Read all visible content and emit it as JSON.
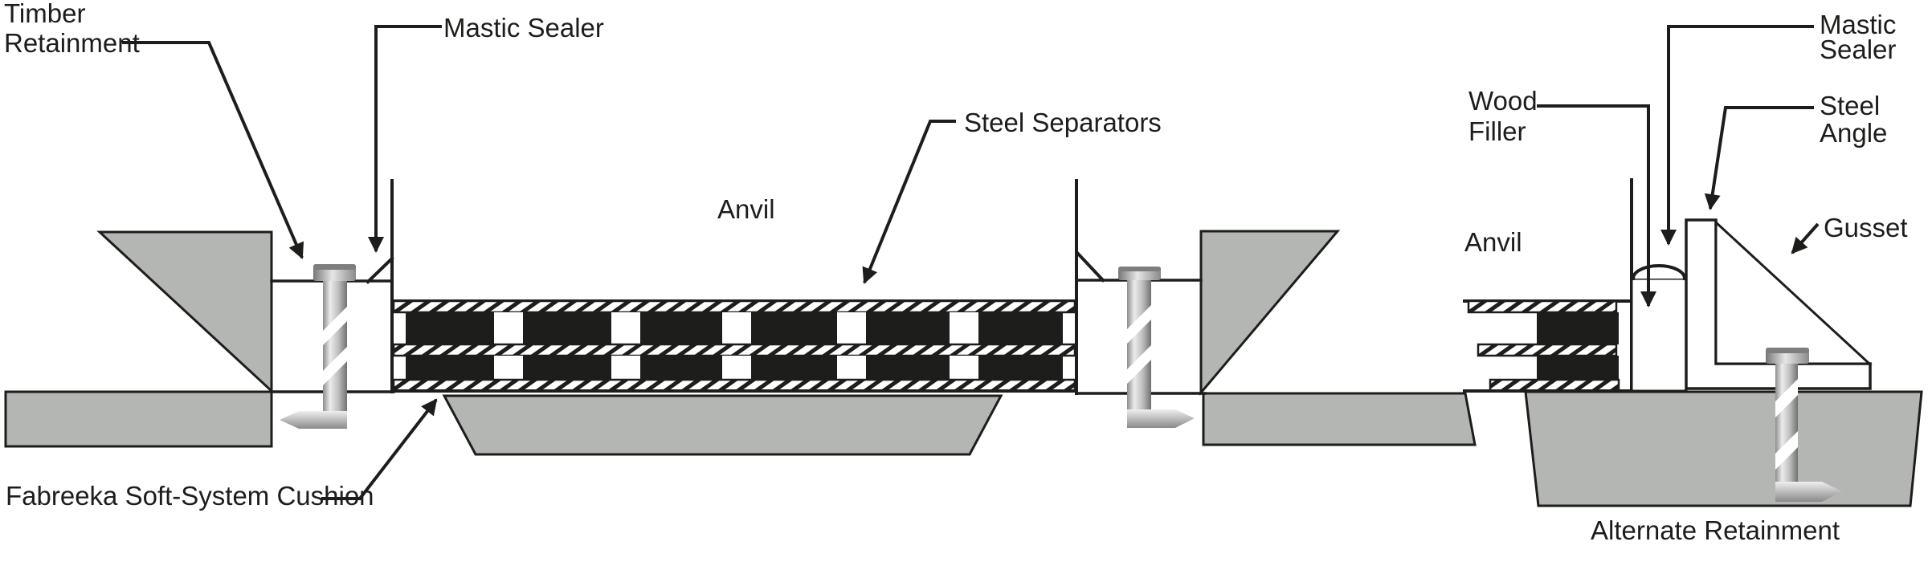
{
  "labels": {
    "timber": [
      "Timber",
      "Retainment"
    ],
    "mastic_left": "Mastic Sealer",
    "steel_separators": "Steel Separators",
    "anvil_left": "Anvil",
    "fabreeka": "Fabreeka Soft-System Cushion",
    "wood_filler": [
      "Wood",
      "Filler"
    ],
    "mastic_right": [
      "Mastic",
      "Sealer"
    ],
    "steel_angle": [
      "Steel",
      "Angle"
    ],
    "gusset": "Gusset",
    "anvil_right": "Anvil",
    "alternate_retainment": "Alternate Retainment"
  },
  "colors": {
    "line": "#1d1d1b",
    "concrete_gray": "#b4b6b3",
    "cushion_black": "#1d1d1b",
    "bolt_light": "#ececec",
    "bolt_dark": "#707070",
    "background": "#ffffff"
  }
}
